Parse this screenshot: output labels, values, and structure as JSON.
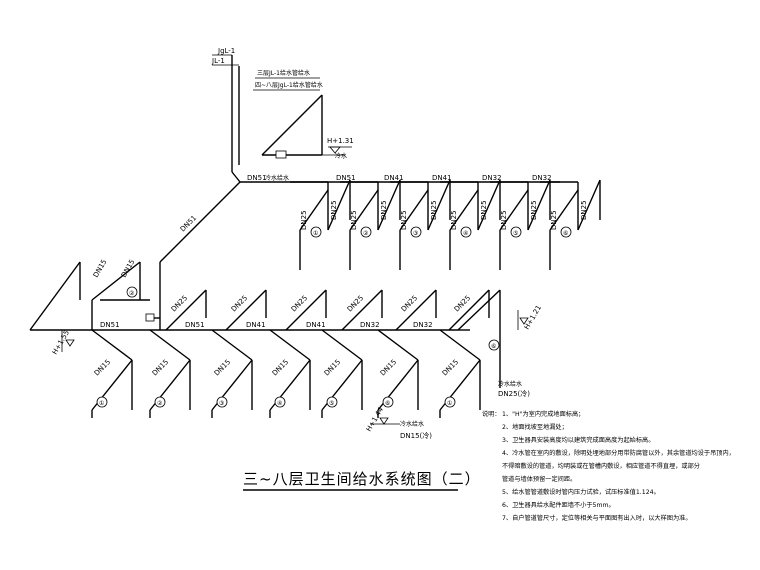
{
  "risers": {
    "jgl": "JgL-1",
    "jl": "JL-1"
  },
  "top_notes": {
    "line1": "三层JL-1给水管给水",
    "line2": "四~八层JgL-1给水管给水"
  },
  "elevations": {
    "top": "H+1.31",
    "left": "H+1.55",
    "right": "H+1.21",
    "bottom": "H+1.44"
  },
  "pipe_sizes": {
    "upper_main": [
      "DN51",
      "DN51",
      "DN41",
      "DN41",
      "DN32",
      "DN32"
    ],
    "lower_main": [
      "DN51",
      "DN51",
      "DN41",
      "DN41",
      "DN32",
      "DN32"
    ],
    "upper_riser": "DN51",
    "lower_entry": [
      "DN25",
      "DN25",
      "DN25",
      "DN25",
      "DN25",
      "DN25"
    ],
    "upper_branches": [
      "DN25",
      "DN25",
      "DN25",
      "DN25",
      "DN25",
      "DN25",
      "DN25",
      "DN25",
      "DN25",
      "DN25",
      "DN25",
      "DN25"
    ],
    "lower_drops": [
      "DN15",
      "DN15",
      "DN15",
      "DN15",
      "DN15",
      "DN15",
      "DN15"
    ],
    "left_branches": [
      "DN15",
      "DN15"
    ],
    "bottom_label": "DN15(冷)",
    "right_label": "DN25(冷)"
  },
  "small_labels": {
    "upper_tag": "冷水给水",
    "valve_tag": "冷水",
    "right_tag": "冷水给水",
    "bottom_tag": "冷水给水"
  },
  "fixture_numbers": [
    "①",
    "②",
    "③",
    "④",
    "⑤",
    "⑥"
  ],
  "title": "三~八层卫生间给水系统图（二）",
  "notes": {
    "heading": "说明：",
    "items": [
      "1、\"H\"为室内完成地面标高；",
      "2、地面找坡至地漏处；",
      "3、卫生器具安装高度均以建筑完成面高度为起始标高。",
      "4、冷水管在室内的敷设，除明处埋地部分用带防腐管以外，其余管道均设于吊顶内，",
      "   不得暗敷设的管道，均明装或在管槽内敷设，相应管道不得直埋，或部分",
      "   管道与墙体预留一定间距。",
      "5、给水管管道敷设时管内压力试验，试压标准值1.124。",
      "6、卫生器具给水配件距墙不小于5mm。",
      "7、自户管道管尺寸，定位等相关与平面图有出入时，以大样图为准。"
    ]
  }
}
